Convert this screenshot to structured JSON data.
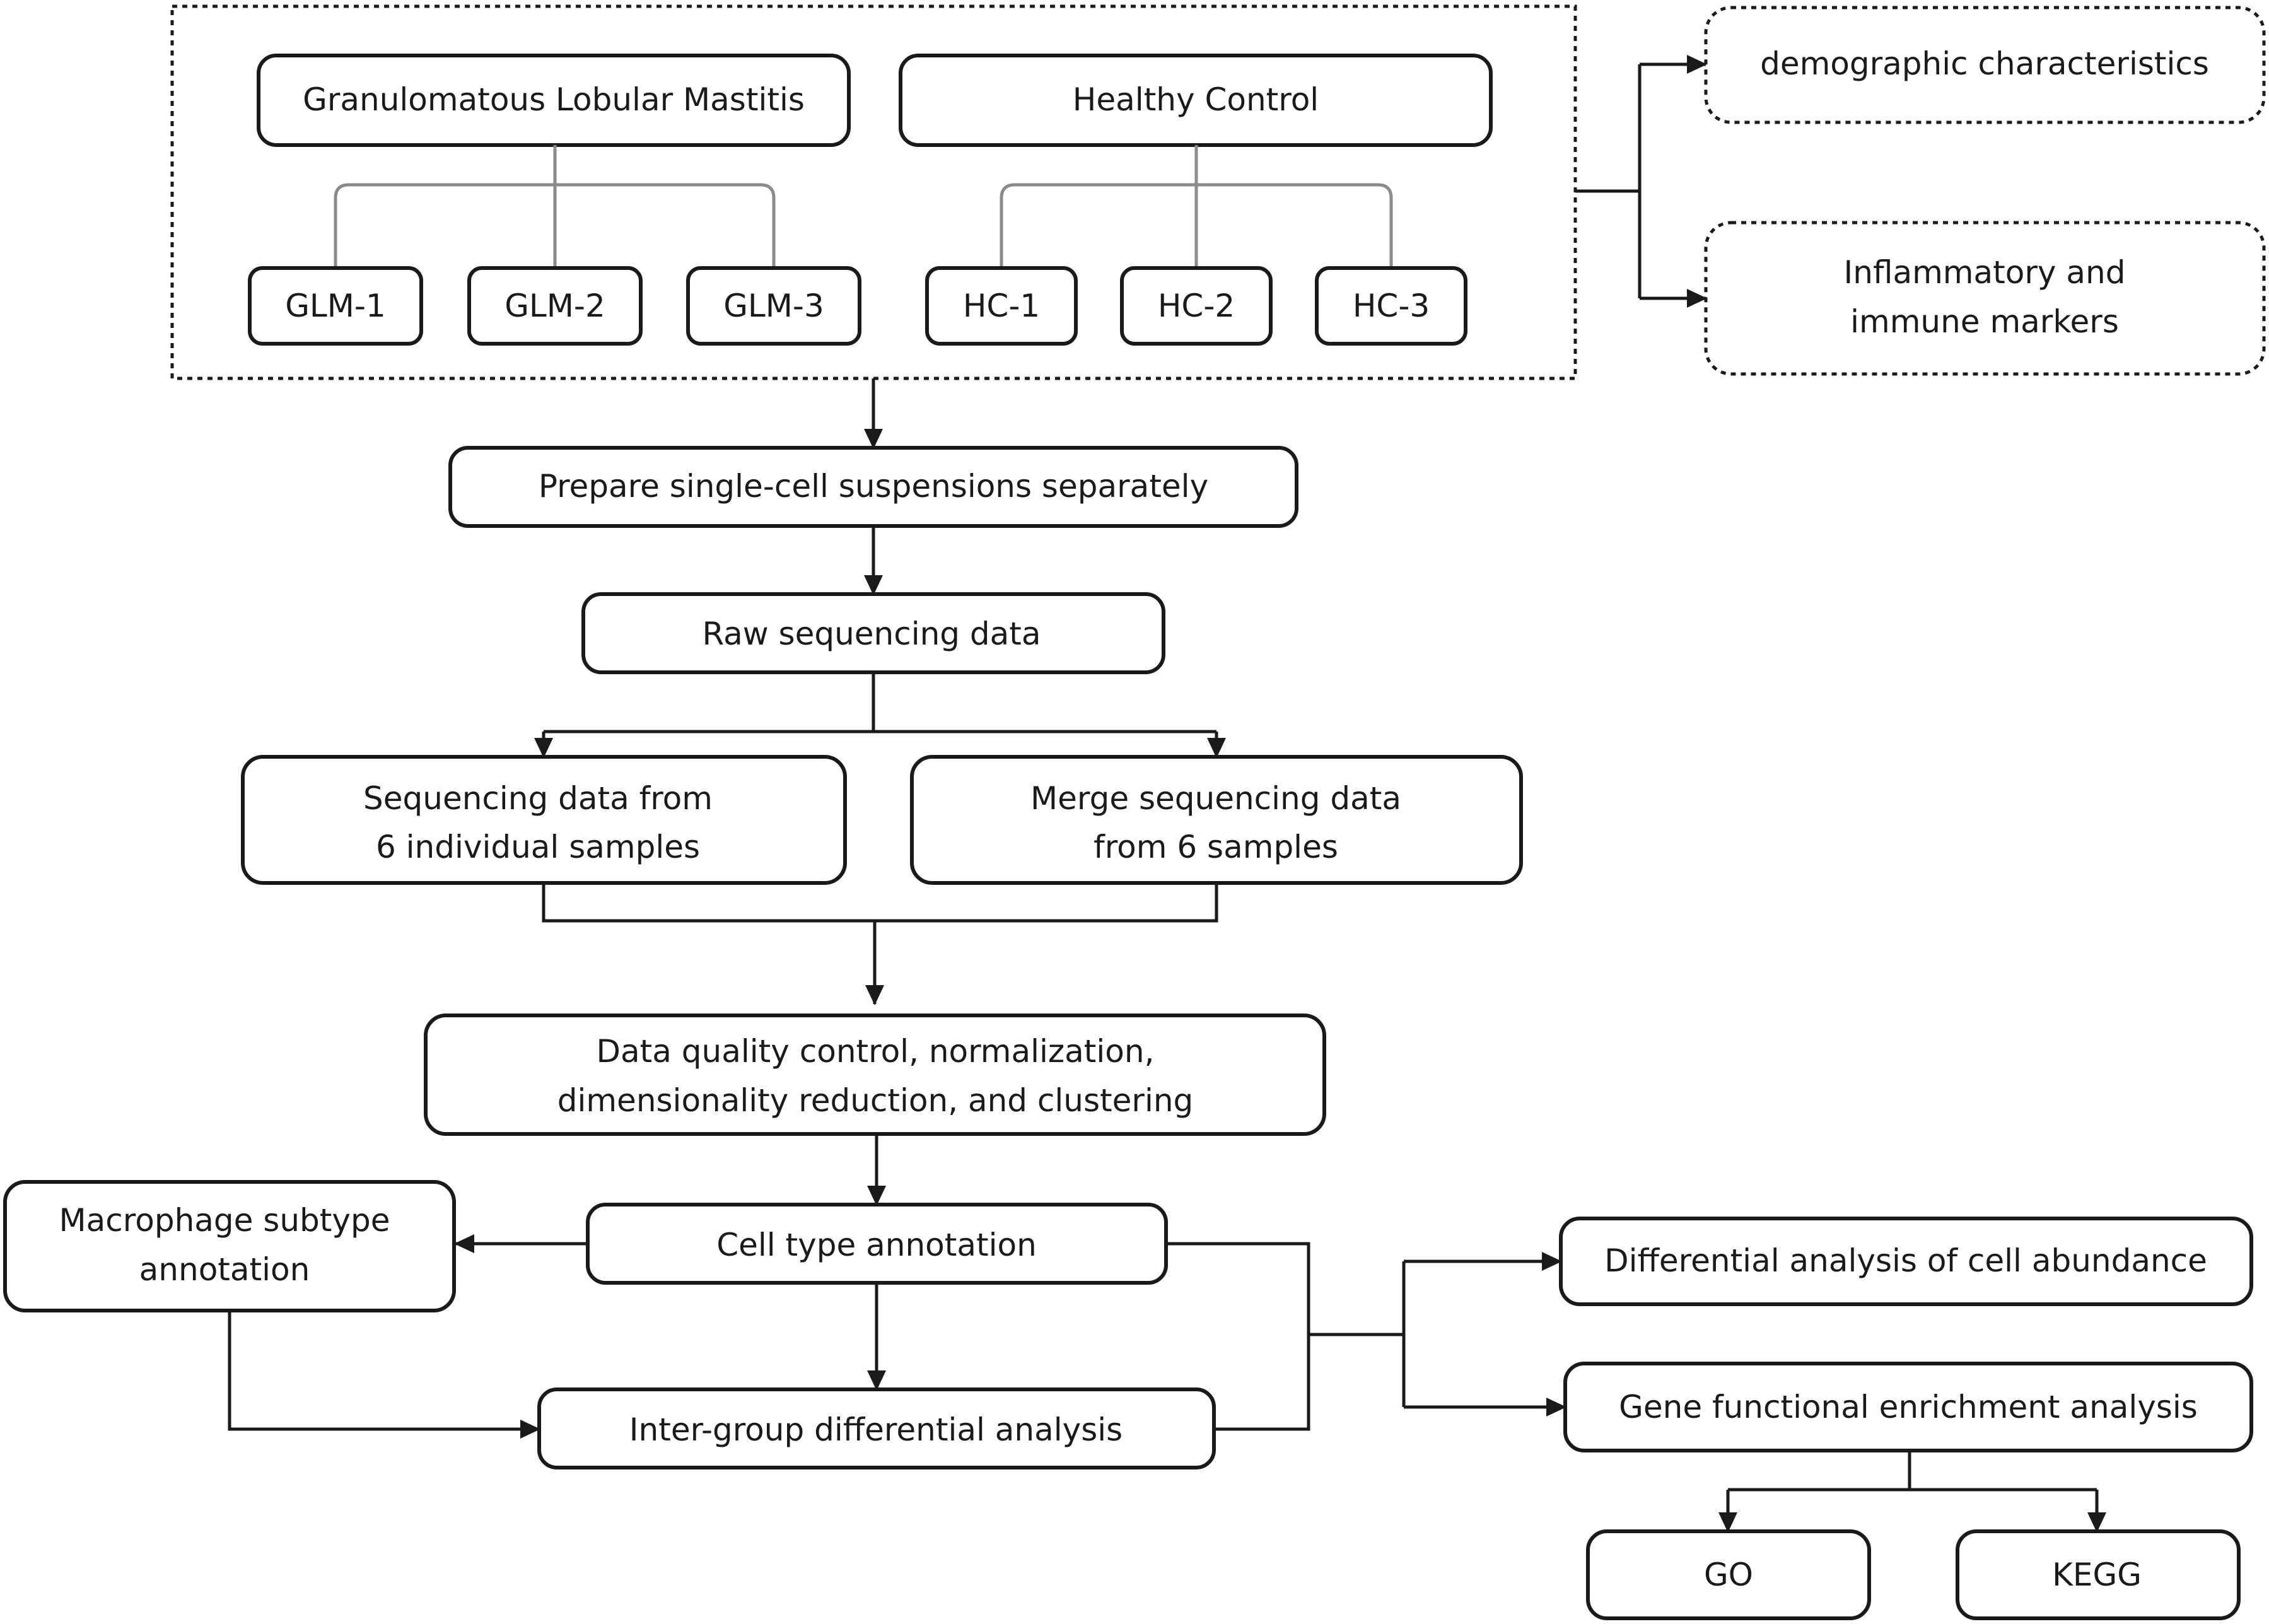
{
  "nodes": {
    "glm_group": "Granulomatous Lobular Mastitis",
    "hc_group": "Healthy Control",
    "glm1": "GLM-1",
    "glm2": "GLM-2",
    "glm3": "GLM-3",
    "hc1": "HC-1",
    "hc2": "HC-2",
    "hc3": "HC-3",
    "demographic": "demographic characteristics",
    "inflammatory": [
      "Inflammatory and",
      "immune markers"
    ],
    "prepare": "Prepare single-cell suspensions separately",
    "raw": "Raw sequencing data",
    "individual": [
      "Sequencing data from",
      "6 individual samples"
    ],
    "merge": [
      "Merge sequencing data",
      "from 6 samples"
    ],
    "qc": [
      "Data quality control, normalization,",
      "dimensionality reduction, and clustering"
    ],
    "cell_type": "Cell type annotation",
    "macrophage": [
      "Macrophage subtype",
      "annotation"
    ],
    "intergroup": "Inter-group differential analysis",
    "diff_abundance": "Differential analysis of cell abundance",
    "gene_enrichment": "Gene functional enrichment analysis",
    "go": "GO",
    "kegg": "KEGG"
  },
  "colors": {
    "stroke": "#1a1a1a",
    "tree_line": "#8a8a8a",
    "background": "#ffffff"
  }
}
